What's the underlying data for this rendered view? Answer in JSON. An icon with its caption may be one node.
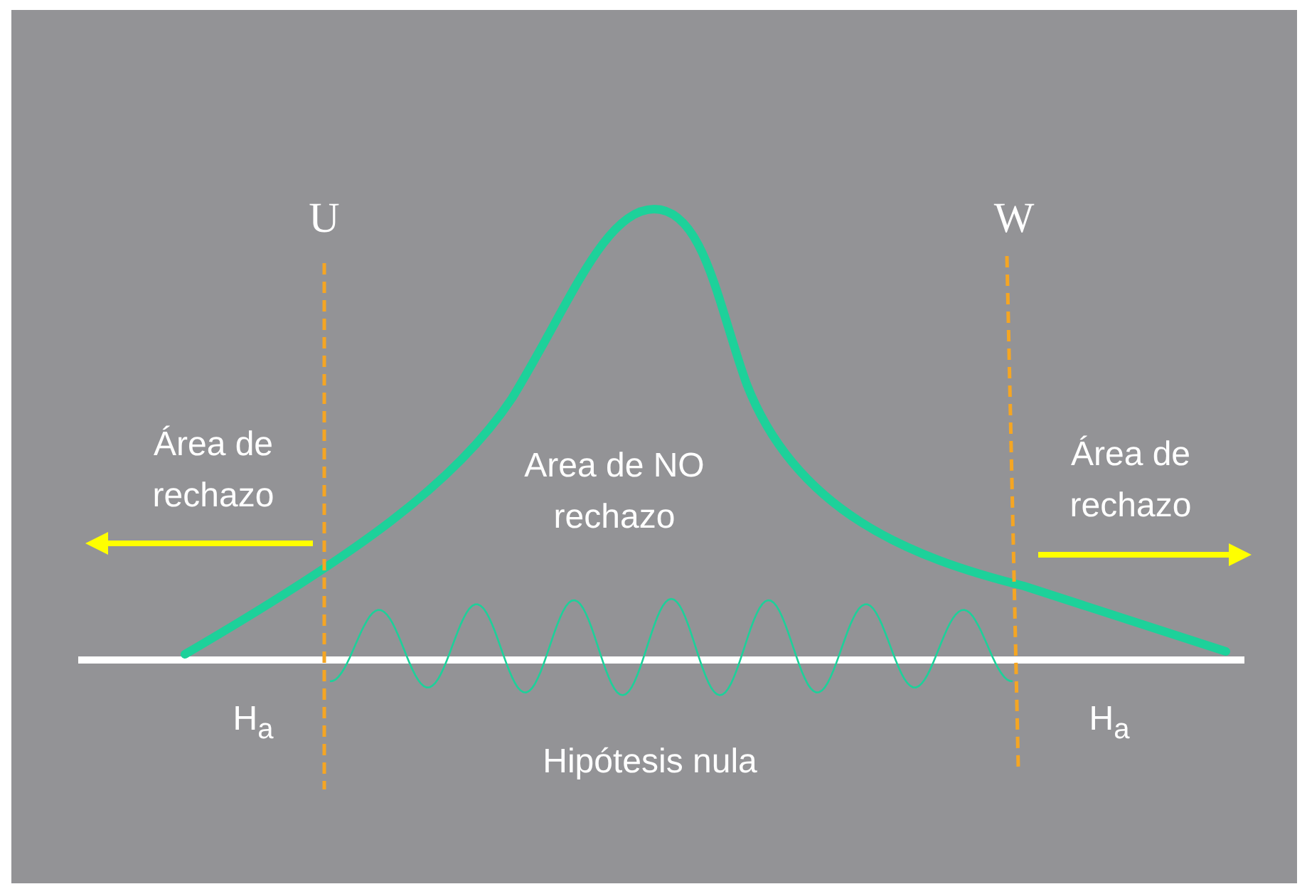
{
  "diagram": {
    "labels": [
      "U",
      "W",
      "Área de rechazo",
      "Área de rechazo",
      "Area de NO rechazo",
      "H$_{a}$",
      "Hipótesis nula",
      "H$_{a}$"
    ]
  }
}
